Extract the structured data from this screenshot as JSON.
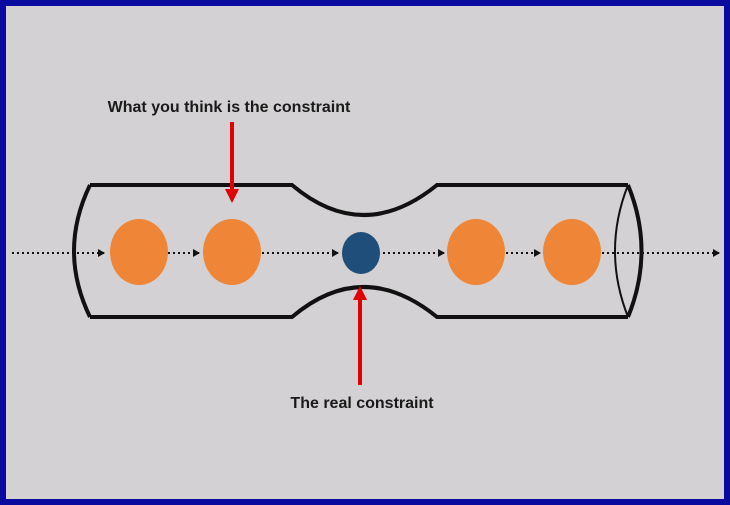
{
  "labels": {
    "perceived_constraint": "What you think is the constraint",
    "real_constraint": "The real constraint"
  },
  "colors": {
    "frame_border": "#0a0a9e",
    "background": "#d3d1d3",
    "pipe_outline": "#111111",
    "orange_item": "#ef8537",
    "blue_item": "#1f4e7a",
    "pointer_arrow": "#e00000",
    "flow_line": "#111111"
  },
  "items": [
    {
      "kind": "orange",
      "name": "flow-item-1"
    },
    {
      "kind": "orange",
      "name": "flow-item-2"
    },
    {
      "kind": "blue",
      "name": "bottleneck-item"
    },
    {
      "kind": "orange",
      "name": "flow-item-4"
    },
    {
      "kind": "orange",
      "name": "flow-item-5"
    }
  ]
}
